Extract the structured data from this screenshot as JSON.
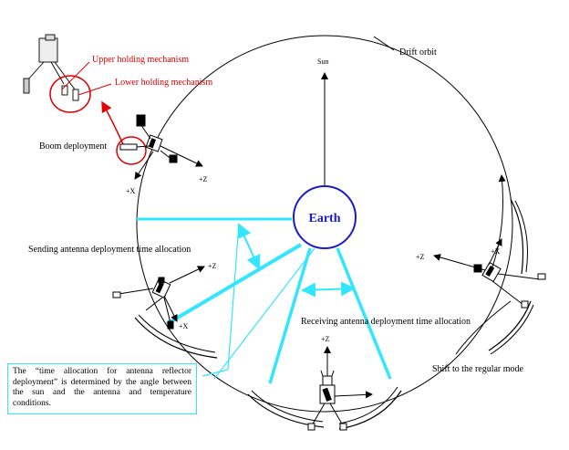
{
  "labels": {
    "drift_orbit": "Drift orbit",
    "sun": "Sun",
    "earth": "Earth",
    "upper_holding": "Upper holding mechanism",
    "lower_holding": "Lower holding mechanism",
    "boom_deployment": "Boom deployment",
    "sending_allocation": "Sending antenna deployment time allocation",
    "receiving_allocation": "Receiving antenna deployment time allocation",
    "shift_regular": "Shift to the regular mode",
    "axis_x": "+X",
    "axis_z": "+Z"
  },
  "note": "The “time allocation for antenna reflector deployment” is determined by the angle between the sun and the antenna and temperature conditions.",
  "colors": {
    "cyan": "#33e6ff",
    "red": "#e00000",
    "earth_blue": "#1a1acc",
    "line": "#000000"
  }
}
